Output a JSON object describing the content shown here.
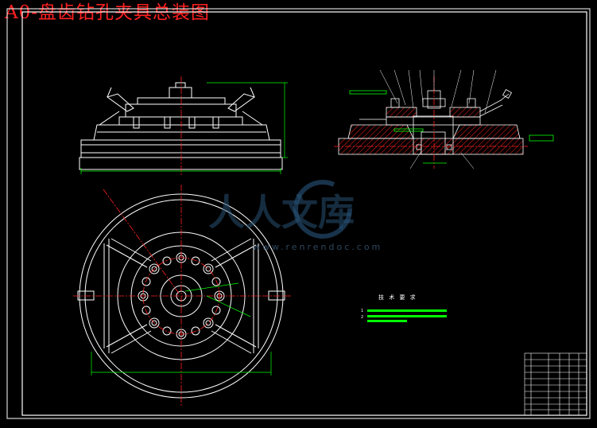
{
  "drawing": {
    "title": "A0-盘齿钻孔夹具总装图"
  },
  "watermark": {
    "name": "人人文库",
    "url": "www.renrendoc.com"
  },
  "tech_requirements": {
    "heading": "技 术 要 求",
    "items": [
      "1",
      "2"
    ]
  },
  "colors": {
    "background": "#000000",
    "frame": "#ffffff",
    "title": "#ff2020",
    "centerline": "#ff2020",
    "dimension": "#00ff00",
    "section_hatch": "#ff2020"
  }
}
